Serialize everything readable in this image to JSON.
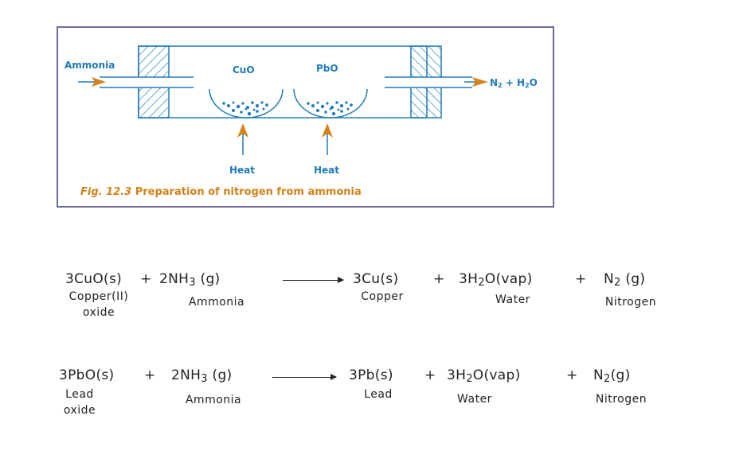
{
  "figure": {
    "caption_prefix": "Fig. 12.3",
    "caption_text": "Preparation of nitrogen from ammonia",
    "labels": {
      "inlet": "Ammonia",
      "boat1": "CuO",
      "boat2": "PbO",
      "outlet_n": "N",
      "outlet_n_sub": "2",
      "outlet_plus": " + H",
      "outlet_h_sub": "2",
      "outlet_o": "O",
      "heat1": "Heat",
      "heat2": "Heat"
    },
    "colors": {
      "line": "#1f7ab8",
      "arrow": "#d4821a",
      "frame": "#6b6b9a"
    }
  },
  "equations": [
    {
      "terms": {
        "r1": "3CuO(s)",
        "plus1": "+",
        "r2_pre": "2NH",
        "r2_sub": "3",
        "r2_post": "(g)",
        "p1": "3Cu(s)",
        "plus2": "+",
        "p2_pre": "3H",
        "p2_sub": "2",
        "p2_post": "O(vap)",
        "plus3": "+",
        "p3_pre": "N",
        "p3_sub": "2",
        "p3_post": "(g)"
      },
      "names": {
        "r1_line1": "Copper(II)",
        "r1_line2": "oxide",
        "r2": "Ammonia",
        "p1": "Copper",
        "p2": "Water",
        "p3": "Nitrogen"
      }
    },
    {
      "terms": {
        "r1": "3PbO(s)",
        "plus1": "+",
        "r2_pre": "2NH",
        "r2_sub": "3",
        "r2_post": "(g)",
        "p1": "3Pb(s)",
        "plus2": "+",
        "p2_pre": "3H",
        "p2_sub": "2",
        "p2_post": "O(vap)",
        "plus3": "+",
        "p3_pre": "N",
        "p3_sub": "2",
        "p3_post": "(g)"
      },
      "names": {
        "r1_line1": "Lead",
        "r1_line2": "oxide",
        "r2": "Ammonia",
        "p1": "Lead",
        "p2": "Water",
        "p3": "Nitrogen"
      }
    }
  ]
}
